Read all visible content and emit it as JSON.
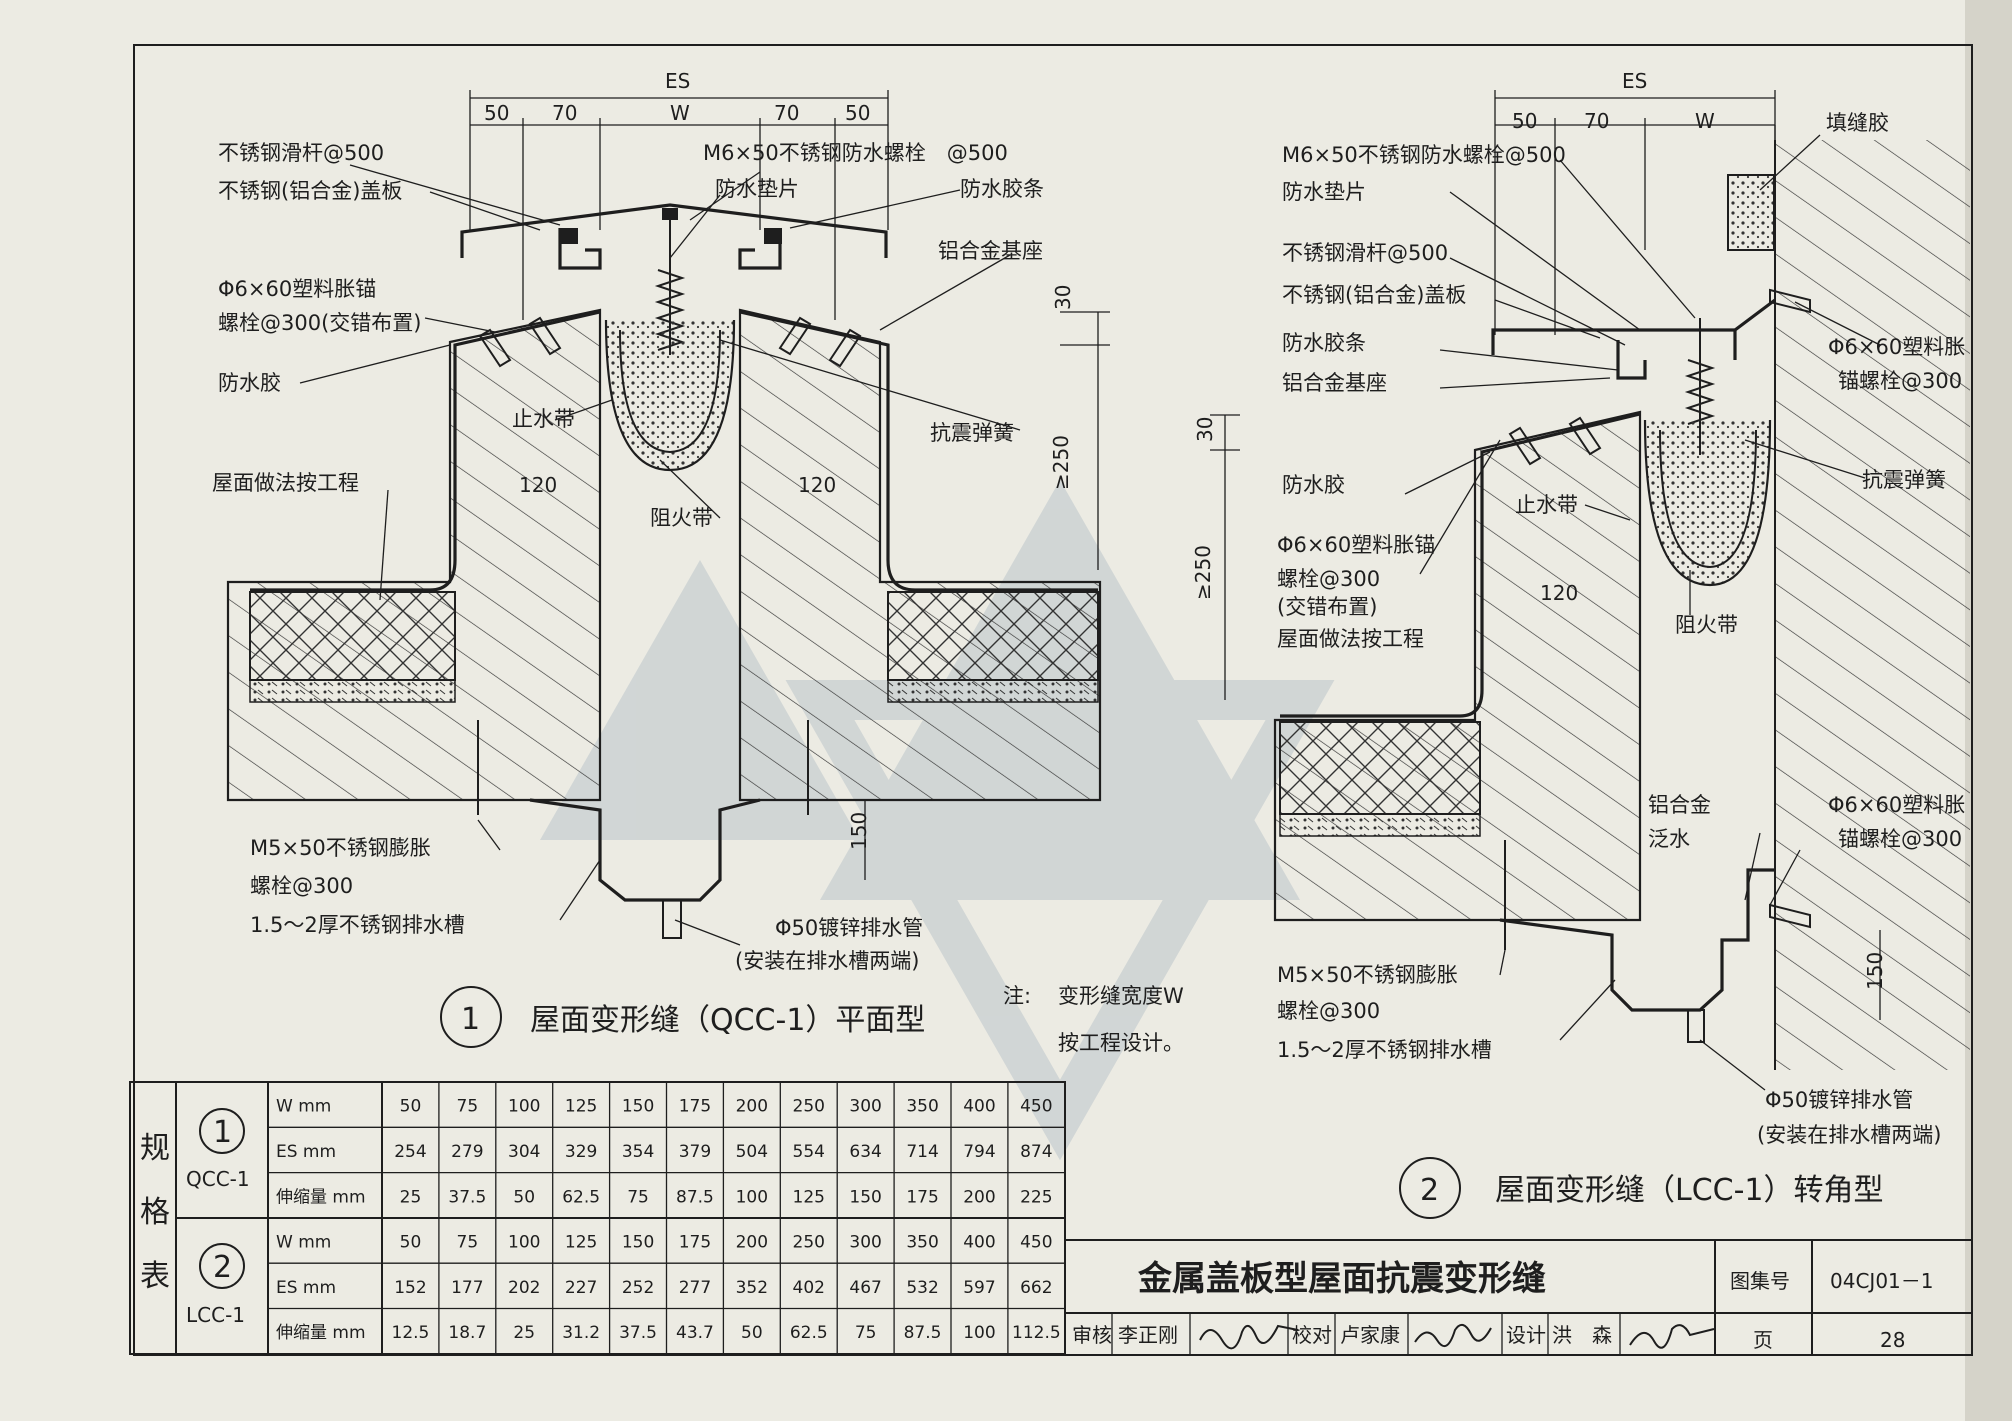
{
  "drawing_title": "金属盖板型屋面抗震变形缝",
  "atlas_no_label": "图集号",
  "atlas_no": "04CJ01－1",
  "page_label": "页",
  "page_no": "28",
  "signatures": {
    "review_label": "审核",
    "review_name": "李正刚",
    "check_label": "校对",
    "check_name": "卢家康",
    "design_label": "设计",
    "design_name": "洪　森"
  },
  "note": {
    "prefix": "注:",
    "line1": "变形缝宽度W",
    "line2": "按工程设计。"
  },
  "detail1": {
    "number": "1",
    "caption": "屋面变形缝（QCC-1）平面型",
    "dims": {
      "es": "ES",
      "d50a": "50",
      "d70a": "70",
      "w": "W",
      "d70b": "70",
      "d50b": "50",
      "d30": "30",
      "d250": "≥250",
      "d120a": "120",
      "d120b": "120",
      "d150": "150"
    },
    "labels": {
      "slide_bar": "不锈钢滑杆@500",
      "cover_plate": "不锈钢(铝合金)盖板",
      "bolt": "M6×50不锈钢防水螺栓　@500",
      "washer": "防水垫片",
      "strip": "防水胶条",
      "base": "铝合金基座",
      "anchor1": "Φ6×60塑料胀锚",
      "anchor2": "螺栓@300(交错布置)",
      "sealant": "防水胶",
      "waterstop": "止水带",
      "spring": "抗震弹簧",
      "roof": "屋面做法按工程",
      "firestop": "阻火带",
      "exp_bolt1": "M5×50不锈钢膨胀",
      "exp_bolt2": "螺栓@300",
      "trough": "1.5～2厚不锈钢排水槽",
      "pipe1": "Φ50镀锌排水管",
      "pipe2": "(安装在排水槽两端)"
    }
  },
  "detail2": {
    "number": "2",
    "caption": "屋面变形缝（LCC-1）转角型",
    "dims": {
      "es": "ES",
      "d50": "50",
      "d70": "70",
      "w": "W",
      "d30": "30",
      "d250": "≥250",
      "d120": "120",
      "d150": "150"
    },
    "labels": {
      "filler": "填缝胶",
      "bolt": "M6×50不锈钢防水螺栓@500",
      "washer": "防水垫片",
      "slide_bar": "不锈钢滑杆@500",
      "cover_plate": "不锈钢(铝合金)盖板",
      "strip": "防水胶条",
      "base": "铝合金基座",
      "sealant": "防水胶",
      "anchor1": "Φ6×60塑料胀锚",
      "anchor2": "螺栓@300",
      "anchor3": "(交错布置)",
      "roof": "屋面做法按工程",
      "waterstop": "止水带",
      "firestop": "阻火带",
      "spring": "抗震弹簧",
      "wall_anchor1a": "Φ6×60塑料胀",
      "wall_anchor1b": "锚螺栓@300",
      "flashing1": "铝合金",
      "flashing2": "泛水",
      "wall_anchor2a": "Φ6×60塑料胀",
      "wall_anchor2b": "锚螺栓@300",
      "exp_bolt1": "M5×50不锈钢膨胀",
      "exp_bolt2": "螺栓@300",
      "trough": "1.5～2厚不锈钢排水槽",
      "pipe1": "Φ50镀锌排水管",
      "pipe2": "(安装在排水槽两端)"
    }
  },
  "spec_table": {
    "side_title": [
      "规",
      "格",
      "表"
    ],
    "rows": [
      {
        "group": "1",
        "model": "QCC-1",
        "label": "W mm",
        "values": [
          "50",
          "75",
          "100",
          "125",
          "150",
          "175",
          "200",
          "250",
          "300",
          "350",
          "400",
          "450"
        ]
      },
      {
        "group": "1",
        "model": "QCC-1",
        "label": "ES mm",
        "values": [
          "254",
          "279",
          "304",
          "329",
          "354",
          "379",
          "504",
          "554",
          "634",
          "714",
          "794",
          "874"
        ]
      },
      {
        "group": "1",
        "model": "QCC-1",
        "label": "伸缩量 mm",
        "values": [
          "25",
          "37.5",
          "50",
          "62.5",
          "75",
          "87.5",
          "100",
          "125",
          "150",
          "175",
          "200",
          "225"
        ]
      },
      {
        "group": "2",
        "model": "LCC-1",
        "label": "W mm",
        "values": [
          "50",
          "75",
          "100",
          "125",
          "150",
          "175",
          "200",
          "250",
          "300",
          "350",
          "400",
          "450"
        ]
      },
      {
        "group": "2",
        "model": "LCC-1",
        "label": "ES mm",
        "values": [
          "152",
          "177",
          "202",
          "227",
          "252",
          "277",
          "352",
          "402",
          "467",
          "532",
          "597",
          "662"
        ]
      },
      {
        "group": "2",
        "model": "LCC-1",
        "label": "伸缩量 mm",
        "values": [
          "12.5",
          "18.7",
          "25",
          "31.2",
          "37.5",
          "43.7",
          "50",
          "62.5",
          "75",
          "87.5",
          "100",
          "112.5"
        ]
      }
    ]
  }
}
